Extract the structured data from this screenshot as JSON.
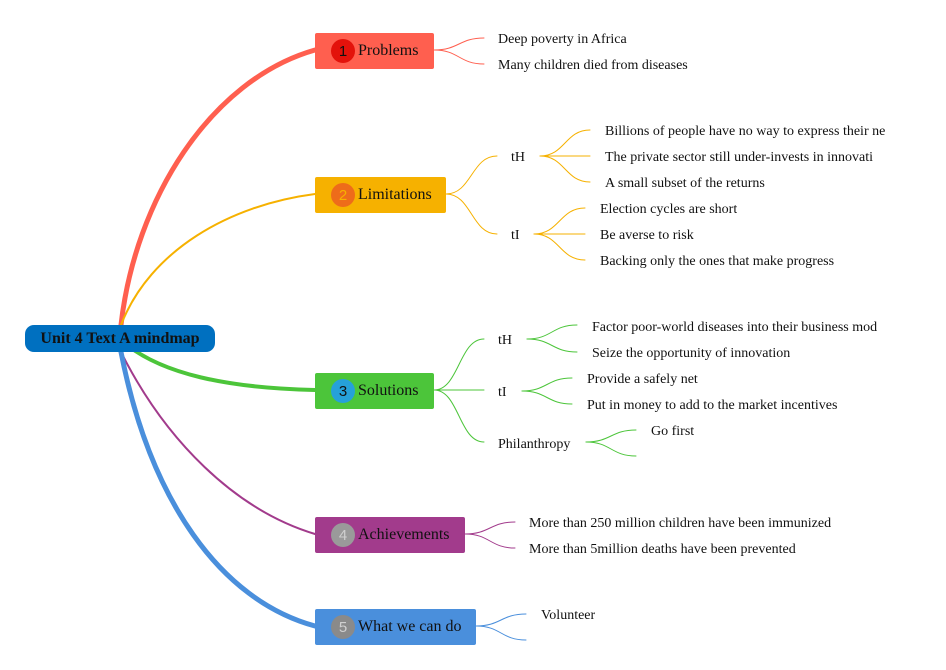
{
  "root": {
    "label": "Unit 4 Text A mindmap"
  },
  "colors": {
    "root": "#0070c0",
    "problems": "#ff5f4f",
    "limitations": "#f6b100",
    "solutions": "#4cc53a",
    "achievements": "#a23b8c",
    "actions": "#4a8fdc"
  },
  "branches": [
    {
      "num": "1",
      "label": "Problems",
      "color": "#ff5f4f",
      "num_color": "#e3120b",
      "leaves": [
        "Deep poverty in Africa",
        "Many children died from diseases"
      ]
    },
    {
      "num": "2",
      "label": "Limitations",
      "color": "#f6b100",
      "num_color": "#ee6c1a",
      "subs": [
        {
          "label": "tH",
          "leaves": [
            "Billions of people have no way to express their ne",
            "The private sector still under-invests in innovati",
            "A small subset of the returns"
          ]
        },
        {
          "label": "tI",
          "leaves": [
            "Election cycles are short",
            "Be averse to risk",
            "Backing only the ones that make progress"
          ]
        }
      ]
    },
    {
      "num": "3",
      "label": "Solutions",
      "color": "#4cc53a",
      "num_color": "#26a1d9",
      "subs": [
        {
          "label": "tH",
          "leaves": [
            "Factor poor-world diseases into their business mod",
            "Seize the opportunity of innovation"
          ]
        },
        {
          "label": "tI",
          "leaves": [
            "Provide a safely net",
            "Put in money to add to the market incentives"
          ]
        },
        {
          "label": "Philanthropy",
          "leaves": [
            "Go first",
            ""
          ]
        }
      ]
    },
    {
      "num": "4",
      "label": "Achievements",
      "color": "#a23b8c",
      "num_color": "#9a9a9a",
      "leaves": [
        "More than 250 million children have been immunized",
        "More than 5million deaths have been prevented"
      ]
    },
    {
      "num": "5",
      "label": "What we can do",
      "color": "#4a8fdc",
      "num_color": "#8a8a8a",
      "leaves": [
        "Volunteer",
        ""
      ]
    }
  ]
}
